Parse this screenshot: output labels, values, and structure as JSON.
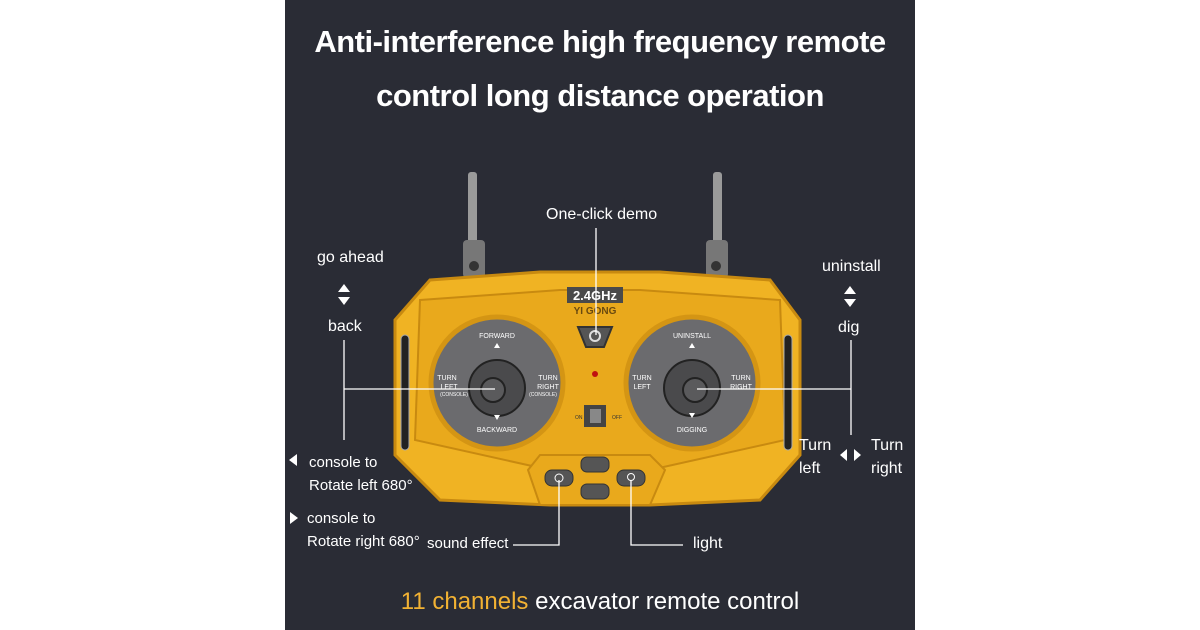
{
  "headline": {
    "line1": "Anti-interference high frequency remote",
    "line2": "control long distance operation"
  },
  "callouts": {
    "demo": "One-click demo",
    "go_ahead": "go ahead",
    "back": "back",
    "uninstall": "uninstall",
    "dig": "dig",
    "turn_left": [
      "Turn",
      "left"
    ],
    "turn_right": [
      "Turn",
      "right"
    ],
    "console_left": [
      "console to",
      "Rotate left 680°"
    ],
    "console_right": [
      "console to",
      "Rotate right 680°"
    ],
    "sound": "sound effect",
    "light": "light"
  },
  "remote": {
    "badge": "2.4GHz",
    "brand": "YI GONG",
    "left_stick": {
      "up": "FORWARD",
      "down": "BACKWARD",
      "left": [
        "TURN",
        "LEFT",
        "(CONSOLE)"
      ],
      "right": [
        "TURN",
        "RIGHT",
        "(CONSOLE)"
      ]
    },
    "right_stick": {
      "up": "UNINSTALL",
      "down": "DIGGING",
      "left": [
        "TURN",
        "LEFT"
      ],
      "right": [
        "TURN",
        "RIGHT"
      ]
    },
    "switch": {
      "on": "ON",
      "off": "OFF"
    }
  },
  "footer": {
    "accent": "11 channels",
    "rest": " excavator remote control"
  },
  "colors": {
    "background": "#2a2c35",
    "body": "#f0b323",
    "accent": "#f2b233",
    "stick_plate": "#6b6b6e"
  }
}
